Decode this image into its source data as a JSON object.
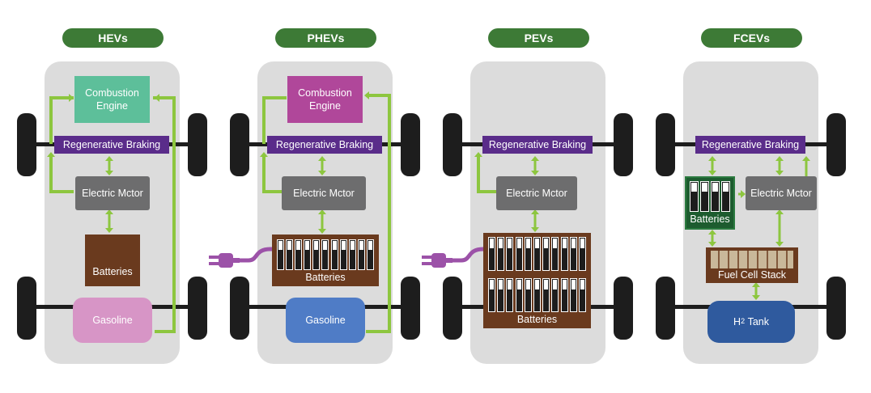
{
  "colors": {
    "title_pill": "#3d7a36",
    "chassis": "#dcdcdc",
    "regen": "#5a2c8a",
    "motor": "#6d6d6e",
    "engine_hev": "#5dbf9a",
    "engine_phev": "#b0479a",
    "batteries": "#6a3a1e",
    "gasoline_hev": "#d795c6",
    "gasoline_phev": "#4f7cc6",
    "h2_tank": "#2f5a9e",
    "connector_green": "#8dc63f",
    "plug_purple": "#9c52a8"
  },
  "panels": [
    {
      "title": "HEVs",
      "engine": "Combustion Engine",
      "regen": "Regenerative Braking",
      "motor": "Electric Mctor",
      "batteries": "Batteries",
      "fuel": "Gasoline"
    },
    {
      "title": "PHEVs",
      "engine": "Combustion Engine",
      "regen": "Regenerative Braking",
      "motor": "Electric Mctor",
      "batteries": "Batteries",
      "fuel": "Gasoline"
    },
    {
      "title": "PEVs",
      "regen": "Regenerative Braking",
      "motor": "Electric Mctor",
      "batteries": "Batteries"
    },
    {
      "title": "FCEVs",
      "regen": "Regenerative Braking",
      "motor": "Electric Mctor",
      "batteries": "Batteries",
      "fuel_cell": "Fuel Cell Stack",
      "tank": "H",
      "tank_sub": "2",
      "tank_suffix": "Tank"
    }
  ]
}
